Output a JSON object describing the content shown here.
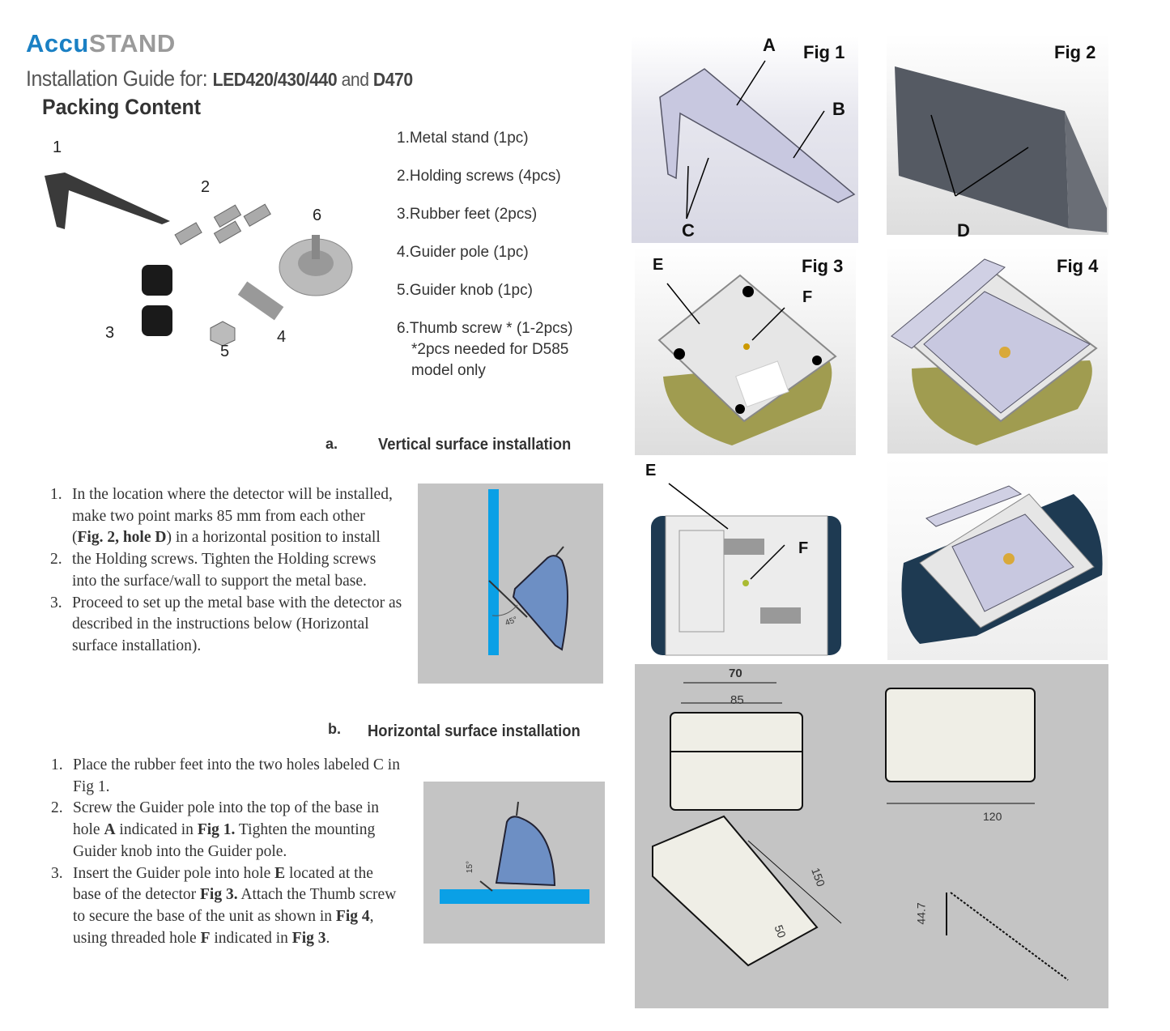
{
  "header": {
    "brand_accent": "Accu",
    "brand_rest": "STAND",
    "subtitle_prefix": "Installation Guide for: ",
    "subtitle_models": "LED420/430/440",
    "subtitle_and": " and ",
    "subtitle_model2": "D470",
    "section_title": "Packing Content"
  },
  "parts_photo": {
    "numbers": [
      "1",
      "2",
      "3",
      "4",
      "5",
      "6"
    ]
  },
  "packing_list": [
    "1.Metal stand (1pc)",
    "2.Holding screws (4pcs)",
    "3.Rubber feet (2pcs)",
    "4.Guider pole (1pc)",
    "5.Guider knob (1pc)",
    "6.Thumb screw * (1-2pcs)"
  ],
  "packing_note": [
    "*2pcs needed for D585",
    "model only"
  ],
  "vertical": {
    "letter": "a.",
    "title": "Vertical surface installation",
    "angle_label": "45°",
    "steps": [
      {
        "n": "1.",
        "lines": [
          "In the location where the detector will be installed,",
          "make two point marks 85 mm from each other"
        ],
        "l3a": "(",
        "l3b": "Fig. 2, hole D",
        "l3c": ") in a horizontal position to install"
      },
      {
        "n": "2.",
        "lines": [
          "the Holding screws. Tighten the Holding screws",
          "into the surface/wall to support the metal base."
        ]
      },
      {
        "n": "3.",
        "lines": [
          "Proceed to set up the metal base with the detector as",
          "described in the instructions below (Horizontal",
          "surface installation)."
        ]
      }
    ]
  },
  "horizontal": {
    "letter": "b.",
    "title": "Horizontal surface installation",
    "angle_label": "15°",
    "s1": [
      "Place the rubber feet into the two holes labeled C in",
      "Fig 1."
    ],
    "s2a": "Screw the Guider pole into the top of the base in",
    "s2b": "hole ",
    "s2c": "A",
    "s2d": " indicated in ",
    "s2e": "Fig 1.",
    "s2f": " Tighten the mounting",
    "s2g": "Guider knob into the Guider pole.",
    "s3a": "Insert the Guider pole into hole ",
    "s3b": "E",
    "s3c": " located at the",
    "s3d": "base of the detector ",
    "s3e": "Fig 3.",
    "s3f": " Attach the Thumb screw",
    "s3g": "to secure the base of the unit as shown in ",
    "s3h": "Fig 4",
    "s3i": ",",
    "s3j": "using threaded hole ",
    "s3k": "F",
    "s3l": " indicated in ",
    "s3m": "Fig 3",
    "s3n": ".",
    "nums": [
      "1.",
      "2.",
      "3."
    ]
  },
  "figures": {
    "fig1": "Fig 1",
    "fig2": "Fig 2",
    "fig3": "Fig 3",
    "fig4": "Fig 4",
    "A": "A",
    "B": "B",
    "C": "C",
    "D": "D",
    "E": "E",
    "F": "F"
  },
  "drawings": {
    "dim_70": "70",
    "dim_85": "85",
    "dim_120": "120",
    "dim_150": "150",
    "dim_50": "50",
    "dim_447": "44.7"
  },
  "colors": {
    "brand_blue": "#1a80c4",
    "surface_blue": "#0aa0e6",
    "detector_blue": "#6d8fc4",
    "panel_gray": "#c4c4c4"
  }
}
